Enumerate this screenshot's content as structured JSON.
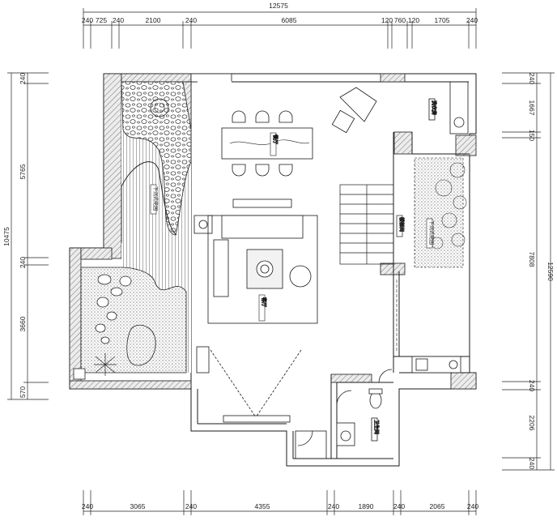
{
  "top_dims": {
    "total": "12575",
    "segments": [
      "240",
      "725",
      "240",
      "2100",
      "240",
      "6085",
      "120",
      "760",
      "120",
      "1705",
      "240"
    ]
  },
  "bottom_dims": {
    "segments": [
      "240",
      "3065",
      "240",
      "4355",
      "240",
      "1890",
      "240",
      "2065",
      "240"
    ]
  },
  "left_dims": {
    "total": "10475",
    "segments": [
      "240",
      "5765",
      "240",
      "3660",
      "570"
    ]
  },
  "right_dims": {
    "total": "12590",
    "segments": [
      "240",
      "1667",
      "150",
      "7808",
      "240",
      "2206",
      "240"
    ]
  },
  "rooms": {
    "garden_deck": "下沉式花园",
    "dining": "餐厅",
    "living": "客厅",
    "stair": "楼梯间",
    "sunken_garden": "下沉式花园",
    "laundry": "洗衣房",
    "bathroom": "卫生间"
  },
  "colors": {
    "line": "#1a1a1a",
    "wall_fill": "#e6e6e6",
    "hatch": "#555555"
  }
}
